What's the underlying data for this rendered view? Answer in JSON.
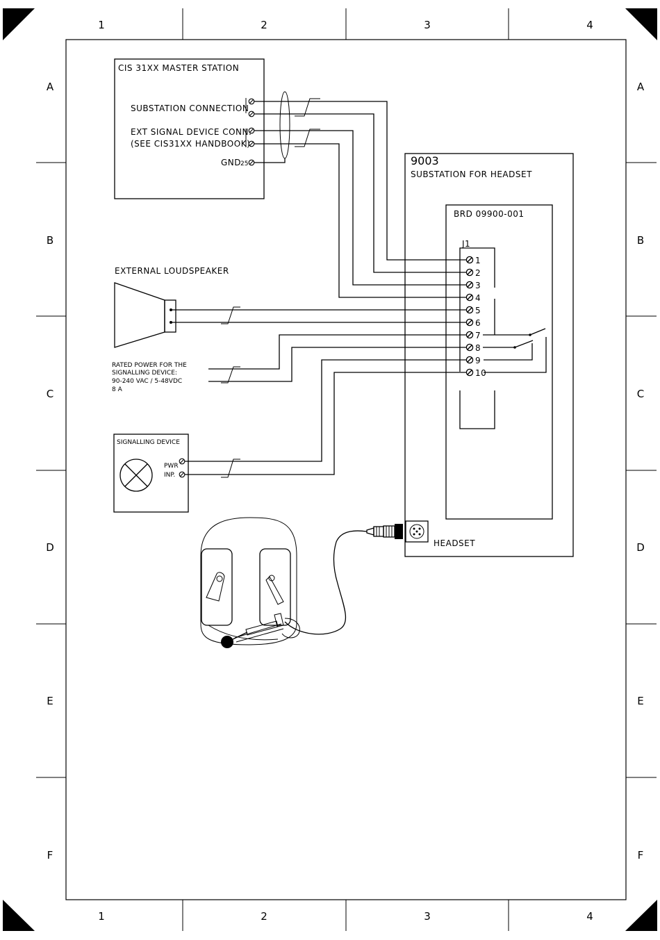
{
  "zones": {
    "columns": [
      "1",
      "2",
      "3",
      "4"
    ],
    "rows": [
      "A",
      "B",
      "C",
      "D",
      "E",
      "F"
    ]
  },
  "master_station": {
    "title": "CIS 31XX MASTER STATION",
    "substation_connection": "SUBSTATION CONNECTION",
    "ext_signal_line1": "EXT SIGNAL DEVICE CONN.",
    "ext_signal_line2": "(SEE CIS31XX HANDBOOK)",
    "gnd_label": "GND",
    "gnd_pin": "25"
  },
  "substation": {
    "model": "9003",
    "title": "SUBSTATION FOR HEADSET",
    "board": "BRD 09900-001",
    "connector": "J1",
    "terminals": [
      "1",
      "2",
      "3",
      "4",
      "5",
      "6",
      "7",
      "8",
      "9",
      "10"
    ]
  },
  "loudspeaker": {
    "title": "EXTERNAL LOUDSPEAKER"
  },
  "power_note": {
    "line1": "RATED POWER FOR THE",
    "line2": "SIGNALLING DEVICE:",
    "line3": "90-240 VAC / 5-48VDC",
    "line4": "8 A"
  },
  "signalling_device": {
    "title": "SIGNALLING DEVICE",
    "pwr": "PWR",
    "inp": "INP."
  },
  "headset": {
    "label": "HEADSET"
  }
}
